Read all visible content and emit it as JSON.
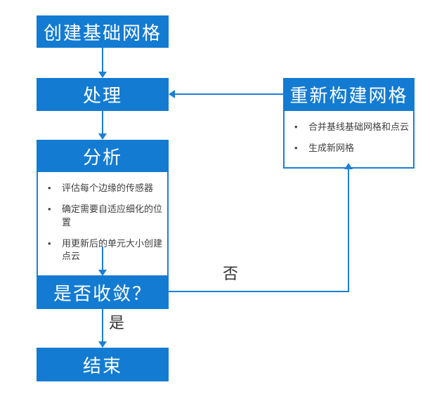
{
  "diagram": {
    "title": "mesh-adaptive-refinement-flowchart",
    "nodes": {
      "create": {
        "label": "创建基础网格"
      },
      "process": {
        "label": "处理"
      },
      "analyze": {
        "title": "分析",
        "bullets": [
          "评估每个边缘的传感器",
          "确定需要自适应细化的位置",
          "用更新后的单元大小创建点云"
        ]
      },
      "converged": {
        "label": "是否收敛？"
      },
      "end": {
        "label": "结束"
      },
      "rebuild": {
        "title": "重新构建网格",
        "bullets": [
          "合并基线基础网格和点云",
          "生成新网格"
        ]
      }
    },
    "edge_labels": {
      "yes": "是",
      "no": "否"
    },
    "colors": {
      "box_fill": "#137bd2",
      "box_border": "#1b7fd6",
      "connector": "#1b7fd6",
      "header_text": "#ffffff",
      "body_text": "#404040",
      "label_text": "#333333",
      "background": "#ffffff"
    }
  }
}
